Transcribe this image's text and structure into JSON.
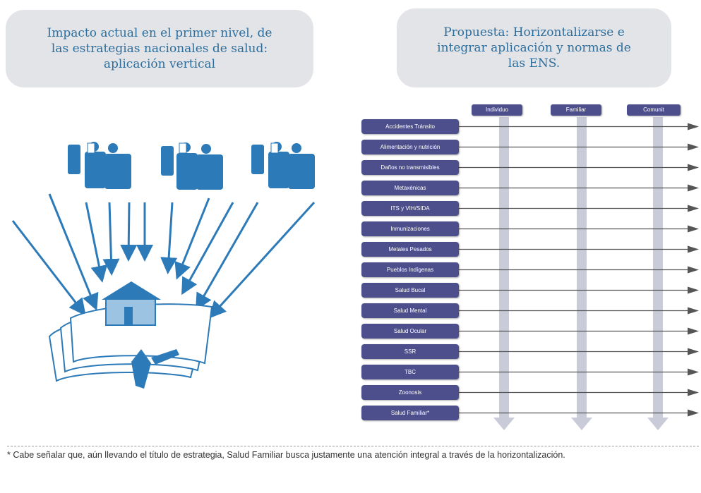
{
  "left_bubble": {
    "text": "Impacto actual en el primer nivel, de\nlas estrategias nacionales de salud:\naplicación vertical"
  },
  "right_bubble": {
    "text": "Propuesta: Horizontalizarse e\nintegrar aplicación y normas de\nlas ENS."
  },
  "columns": [
    "Individuo",
    "Familiar",
    "Comunit"
  ],
  "rows": [
    "Accidentes Tránsito",
    "Alimentación y nutrición",
    "Daños no transmisibles",
    "Metaxénicas",
    "ITS y VIH/SIDA",
    "Inmunizaciones",
    "Metales Pesados",
    "Pueblos Indígenas",
    "Salud Bucal",
    "Salud Mental",
    "Salud Ocular",
    "SSR",
    "TBC",
    "Zoonosis",
    "Salud Familiar*"
  ],
  "footnote": "* Cabe señalar que, aún llevando el título de estrategia, Salud Familiar busca justamente una atención integral a través de la horizontalización.",
  "colors": {
    "accent_text": "#2e6e9c",
    "label_fill": "#4d4f8c",
    "bubble_fill": "#e2e4e7",
    "column_arrow": "#c9cbd8",
    "figure_blue": "#2d7ab8"
  }
}
